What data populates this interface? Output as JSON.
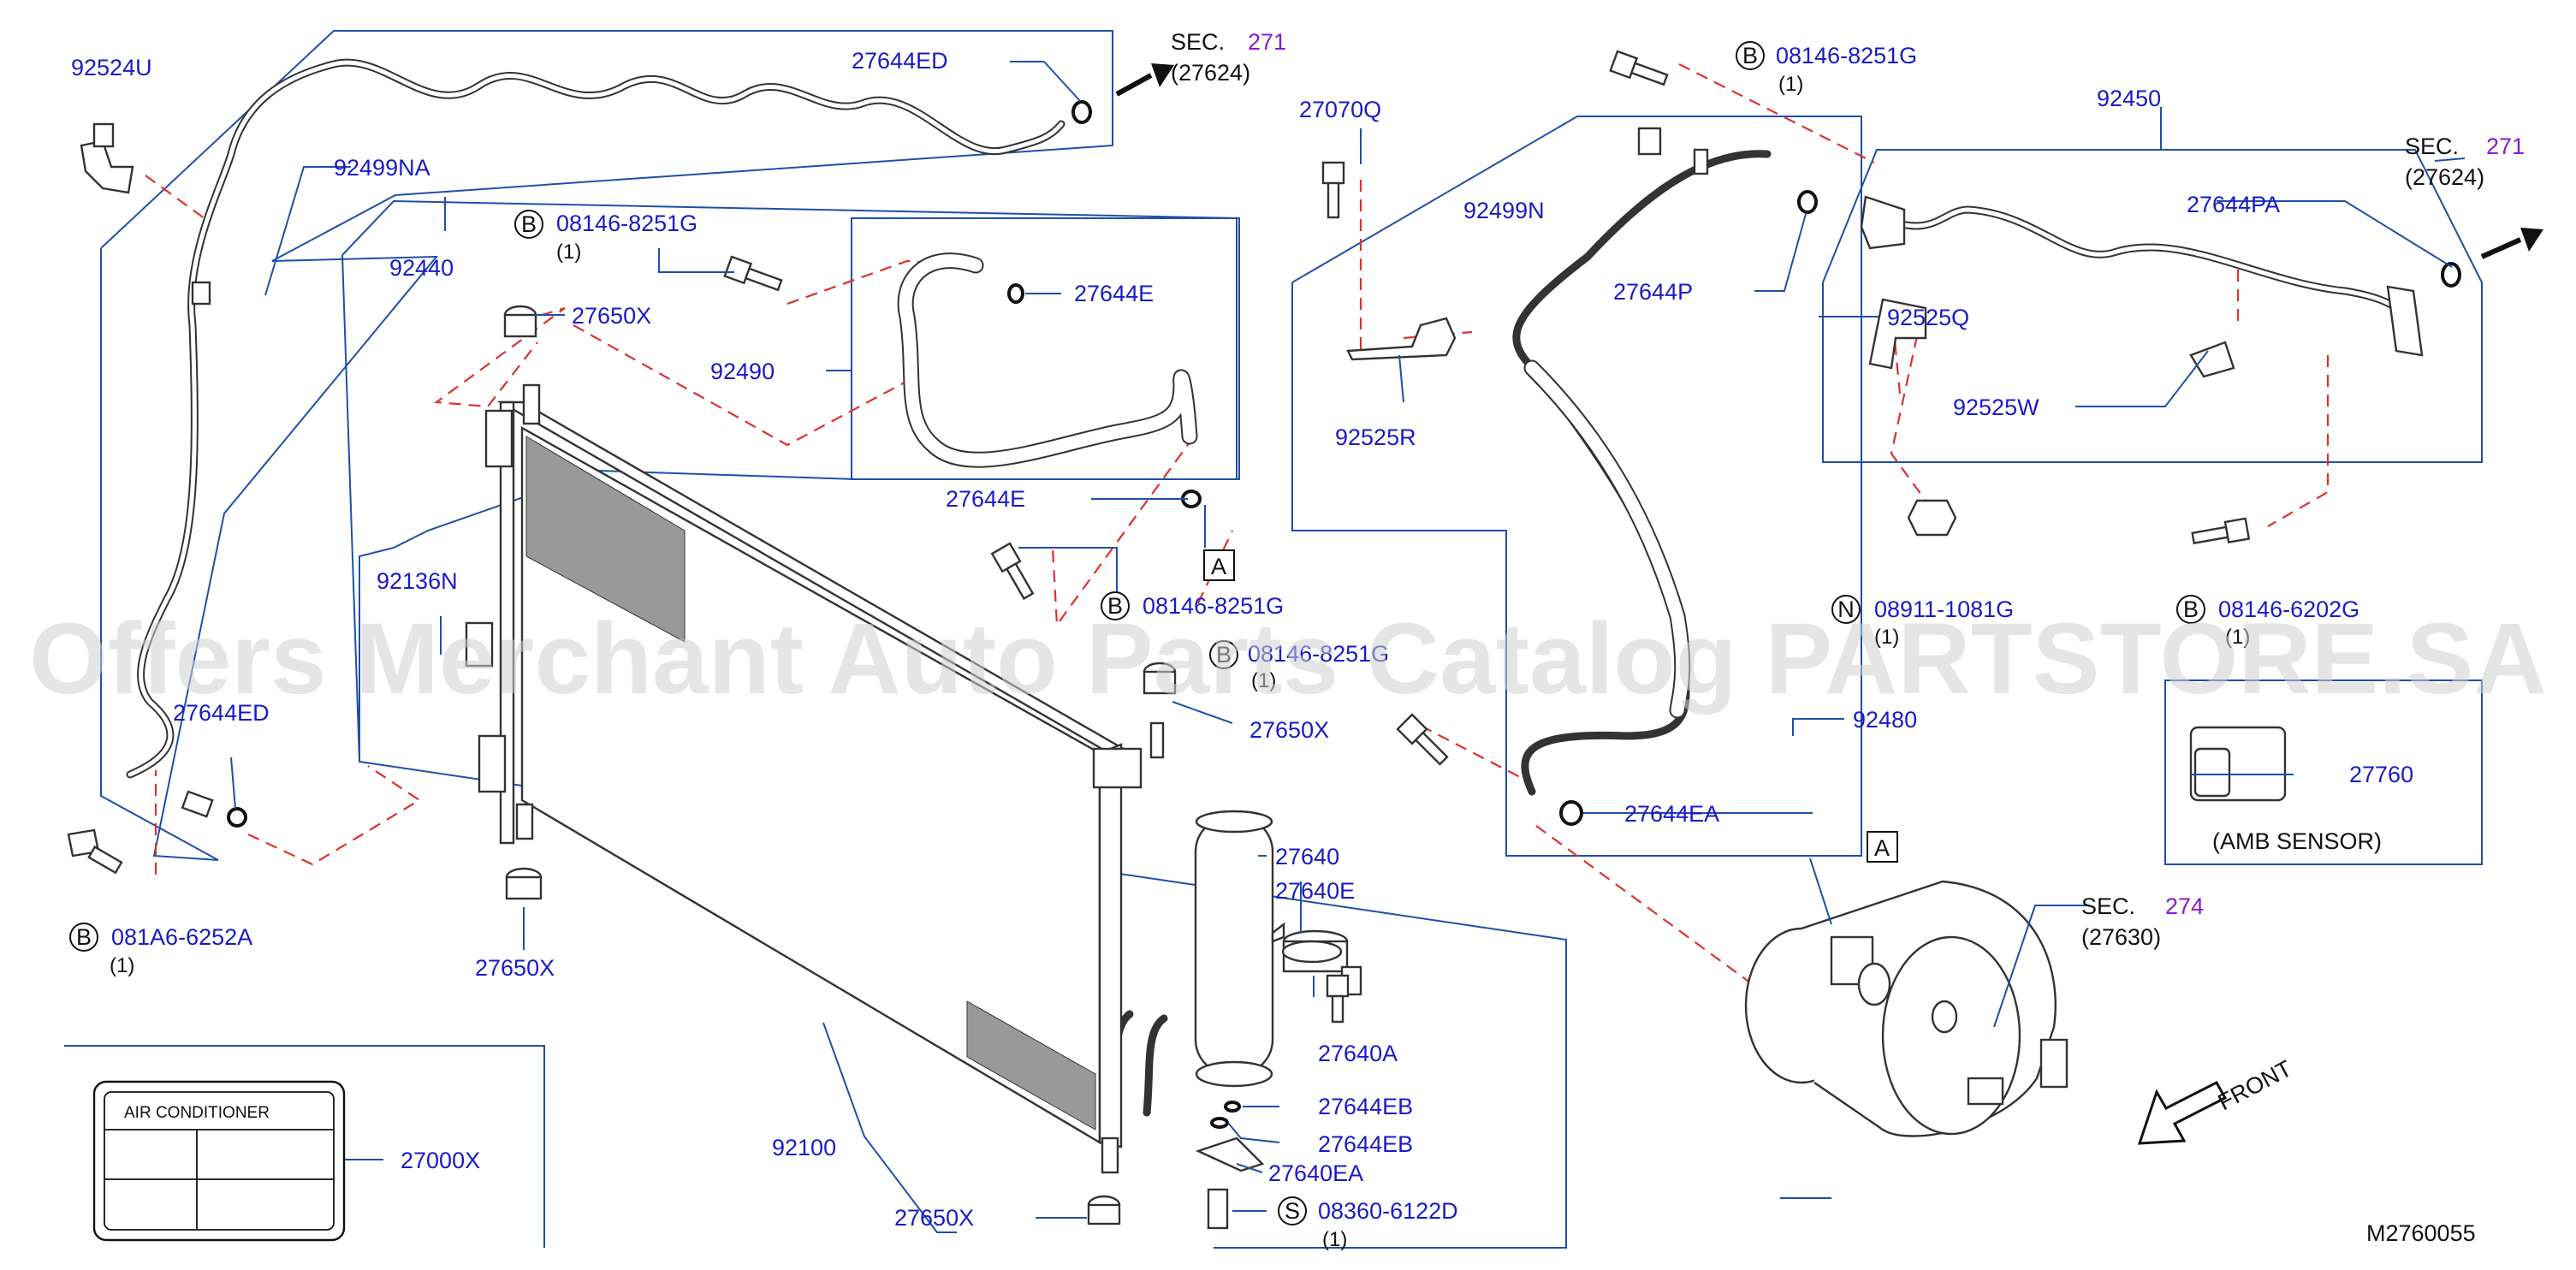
{
  "diagram": {
    "callouts": {
      "p92524U": "92524U",
      "p27644ED_top": "27644ED",
      "sec271_top_sec": "SEC.",
      "sec271_top_num": "271",
      "sec271_top_ref": "(27624)",
      "p92499NA": "92499NA",
      "p92440": "92440",
      "b_08146_8251G_a": "08146-8251G",
      "b_qty_a": "(1)",
      "p27650X_top": "27650X",
      "p27644E_top": "27644E",
      "p92490": "92490",
      "p27644E_bottom": "27644E",
      "ref_A_1": "A",
      "b_08146_8251G_b": "08146-8251G",
      "b_08146_8251G_c": "08146-8251G",
      "b_qty_c": "(1)",
      "p27650X_mid": "27650X",
      "p92136N": "92136N",
      "p27644ED_left": "27644ED",
      "b_081A6_6252A": "081A6-6252A",
      "b_qty_081A6": "(1)",
      "p27650X_left": "27650X",
      "p92100": "92100",
      "p27640": "27640",
      "p27640E": "27640E",
      "p27640A": "27640A",
      "p27644EB_1": "27644EB",
      "p27644EB_2": "27644EB",
      "p27640EA": "27640EA",
      "s_08360_6122D": "08360-6122D",
      "s_qty": "(1)",
      "p27650X_bottom": "27650X",
      "p27000X": "27000X",
      "label_title": "AIR    CONDITIONER",
      "b_08146_8251G_top": "08146-8251G",
      "b_qty_top": "(1)",
      "p27070Q": "27070Q",
      "p92499N": "92499N",
      "p27644P": "27644P",
      "p92525R": "92525R",
      "p92480": "92480",
      "p27644EA": "27644EA",
      "ref_A_2": "A",
      "sec274_sec": "SEC.",
      "sec274_num": "274",
      "sec274_ref": "(27630)",
      "p92450": "92450",
      "sec271_right_sec": "SEC.",
      "sec271_right_num": "271",
      "sec271_right_ref": "(27624)",
      "p27644PA": "27644PA",
      "p92525Q": "92525Q",
      "p92525W": "92525W",
      "n_08911_1081G": "08911-1081G",
      "n_qty": "(1)",
      "b_08146_6202G": "08146-6202G",
      "b_qty_6202G": "(1)",
      "p27760": "27760",
      "amb_sensor": "(AMB    SENSOR)",
      "front": "FRONT",
      "drawing_code": "M2760055"
    },
    "markers": {
      "bolt_letter": "B",
      "nut_letter": "N",
      "screw_letter": "S"
    },
    "watermark": "Offers Merchant Auto Parts Catalog PARTSTORE.SA",
    "colors": {
      "part_number": "#1a1ac8",
      "section_number": "#8a1ad0",
      "leader_line": "#1f4fa8",
      "dashed_path": "#e03030"
    }
  }
}
